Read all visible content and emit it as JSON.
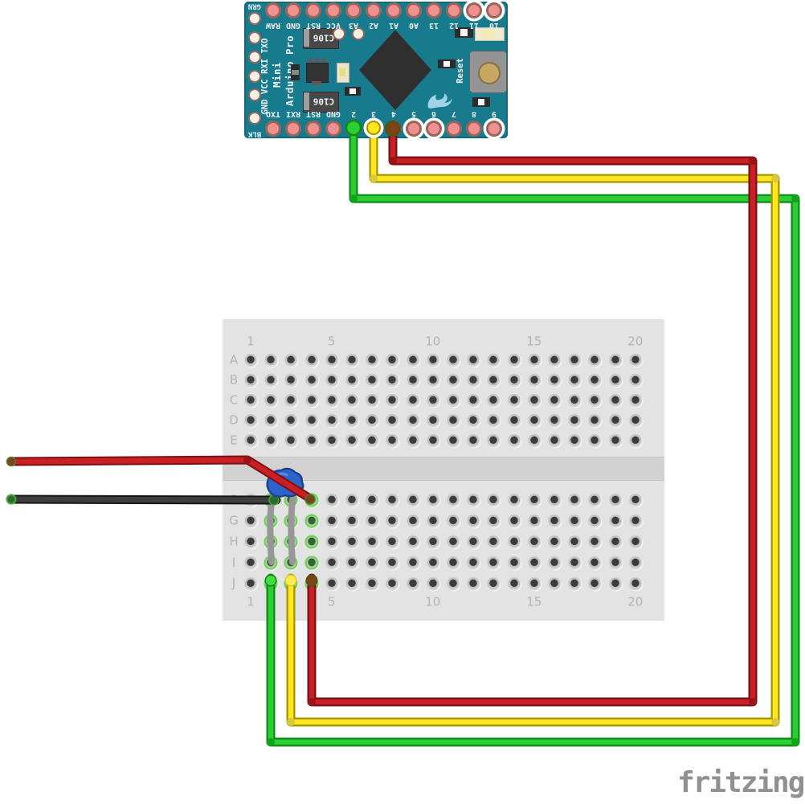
{
  "watermark": "fritzing",
  "arduino": {
    "name": "Arduino Pro Mini",
    "title_line1": "Arduino Pro",
    "title_line2": "Mini",
    "left_header_label": "GRN",
    "left_footer_label": "BLK",
    "left_vertical_label": "GND VCC RXI TXO",
    "reset_label": "Reset",
    "capacitor_labels": [
      "C106",
      "C106"
    ],
    "top_pins": [
      "RAW",
      "GND",
      "RST",
      "VCC",
      "A3",
      "A2",
      "A1",
      "A0",
      "13",
      "12",
      "11",
      "10"
    ],
    "top_ringed": [
      "11",
      "10"
    ],
    "bottom_pins": [
      "TXO",
      "RXI",
      "RST",
      "GND",
      "2",
      "3",
      "4",
      "5",
      "6",
      "7",
      "8",
      "9"
    ],
    "bottom_ringed": [
      "5",
      "6",
      "9"
    ],
    "colors": {
      "board": "#187a8d",
      "pad": "#f19090",
      "pad_ring": "#96675a",
      "silk": "#eef4f2"
    }
  },
  "breadboard": {
    "column_numbers": [
      "1",
      "5",
      "10",
      "15",
      "20"
    ],
    "top_row_labels": [
      "A",
      "B",
      "C",
      "D",
      "E"
    ],
    "bottom_row_labels": [
      "F",
      "G",
      "H",
      "I",
      "J"
    ],
    "columns_count": 20,
    "colors": {
      "body": "#e3e3e3",
      "divider": "#d2d2d2",
      "hole": "#3b3b3b",
      "label": "#b3b3b3"
    }
  },
  "highlight": {
    "ring": "#66d84a",
    "center": "#2d6b2d"
  },
  "capacitor": {
    "fill": "#2e63c9",
    "stroke": "#1c448f",
    "leg": "#979797"
  },
  "wires": {
    "green": {
      "edge": "#0d8a15",
      "core": "#2ccf33",
      "joint": "#12a51c",
      "cap": "#3fdc42"
    },
    "yellow": {
      "edge": "#a39500",
      "core": "#ffe71f",
      "joint": "#d8c93e",
      "cap": "#fced4d"
    },
    "red": {
      "edge": "#7c0f12",
      "core": "#c92025",
      "joint": "#981419"
    },
    "black": {
      "edge": "#161616",
      "core": "#3e3e3e",
      "end": "#2e6b2e",
      "end_ring": "#49a33c"
    },
    "brown_end": {
      "fill": "#7e4418",
      "ring": "#4a5520",
      "green_ring": "#4d7a33"
    }
  }
}
